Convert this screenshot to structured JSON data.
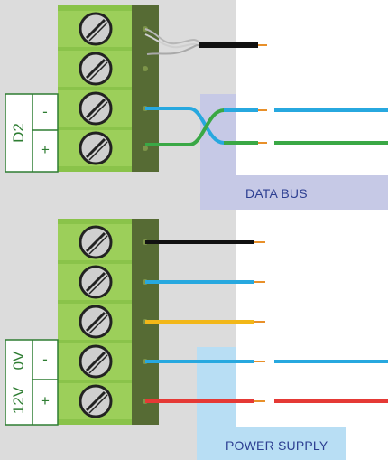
{
  "labels": {
    "data_bus": "DATA BUS",
    "power_supply": "POWER SUPPLY"
  },
  "top_block": {
    "group_name": "D2",
    "minus": "-",
    "plus": "+"
  },
  "bottom_block": {
    "group_name_a": "12V",
    "group_name_b": "0V",
    "minus": "-",
    "plus": "+"
  },
  "colors": {
    "background_panel": "#dcdcdc",
    "terminal_green": "#8ac34a",
    "terminal_dark": "#566b34",
    "screw": "#cfcfcf",
    "data_bus_band": "#c6c9e6",
    "power_band": "#b8def4",
    "wire_black": "#111111",
    "wire_blue": "#27a8df",
    "wire_green": "#3aa845",
    "wire_yellow": "#f2b718",
    "wire_red": "#e53935",
    "wire_tip": "#e8902a",
    "label_text": "#2c3e91",
    "side_label": "#2e7d32"
  }
}
